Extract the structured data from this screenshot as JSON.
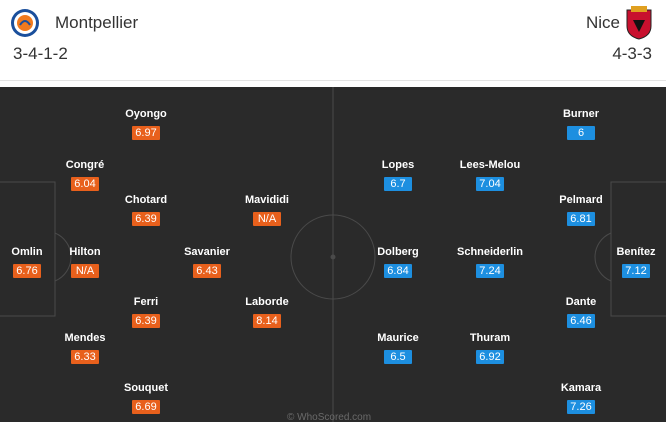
{
  "home": {
    "name": "Montpellier",
    "formation": "3-4-1-2",
    "players": [
      {
        "name": "Omlin",
        "rating": "6.76"
      },
      {
        "name": "Congré",
        "rating": "6.04"
      },
      {
        "name": "Hilton",
        "rating": "N/A"
      },
      {
        "name": "Mendes",
        "rating": "6.33"
      },
      {
        "name": "Oyongo",
        "rating": "6.97"
      },
      {
        "name": "Chotard",
        "rating": "6.39"
      },
      {
        "name": "Ferri",
        "rating": "6.39"
      },
      {
        "name": "Souquet",
        "rating": "6.69"
      },
      {
        "name": "Savanier",
        "rating": "6.43"
      },
      {
        "name": "Mavididi",
        "rating": "N/A"
      },
      {
        "name": "Laborde",
        "rating": "8.14"
      }
    ]
  },
  "away": {
    "name": "Nice",
    "formation": "4-3-3",
    "players": [
      {
        "name": "Benítez",
        "rating": "7.12"
      },
      {
        "name": "Burner",
        "rating": "6"
      },
      {
        "name": "Pelmard",
        "rating": "6.81"
      },
      {
        "name": "Dante",
        "rating": "6.46"
      },
      {
        "name": "Kamara",
        "rating": "7.26"
      },
      {
        "name": "Lees-Melou",
        "rating": "7.04"
      },
      {
        "name": "Schneiderlin",
        "rating": "7.24"
      },
      {
        "name": "Thuram",
        "rating": "6.92"
      },
      {
        "name": "Lopes",
        "rating": "6.7"
      },
      {
        "name": "Dolberg",
        "rating": "6.84"
      },
      {
        "name": "Maurice",
        "rating": "6.5"
      }
    ]
  },
  "watermark": "© WhoScored.com",
  "colors": {
    "home_rating": "#e8601c",
    "away_rating": "#1d8fe0",
    "pitch": "#2a2a2a"
  }
}
